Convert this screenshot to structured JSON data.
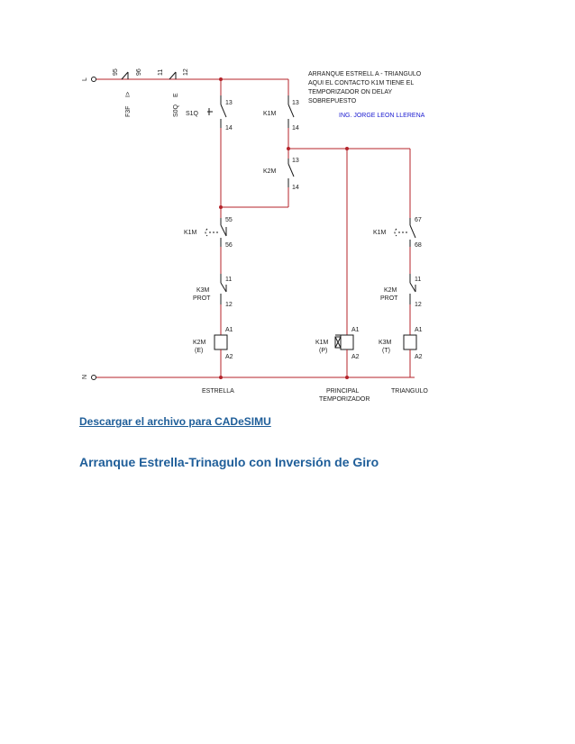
{
  "diagram": {
    "note": [
      "ARRANQUE ESTRELL A - TRIANGULO",
      "AQUI EL CONTACTO K1M TIENE EL",
      "TEMPORIZADOR ON DELAY",
      "SOBREPUESTO"
    ],
    "author": "ING. JORGE LEON LLERENA",
    "supply_top": "L",
    "supply_bottom": "N",
    "f3f": {
      "name": "F3F",
      "tag": "I>",
      "t1": "95",
      "t2": "96"
    },
    "s0q": {
      "name": "S0Q",
      "tag": "E",
      "t1": "11",
      "t2": "12"
    },
    "s1q": {
      "name": "S1Q",
      "t1": "13",
      "t2": "14"
    },
    "k1m_hold": {
      "name": "K1M",
      "t1": "13",
      "t2": "14"
    },
    "k2m_hold": {
      "name": "K2M",
      "t1": "13",
      "t2": "14"
    },
    "k1m_nc": {
      "name": "K1M",
      "t1": "55",
      "t2": "56"
    },
    "k1m_no": {
      "name": "K1M",
      "t1": "67",
      "t2": "68"
    },
    "k3m_prot_left": {
      "name": "K3M",
      "sub": "PROT",
      "t1": "11",
      "t2": "12"
    },
    "k2m_prot_right": {
      "name": "K2M",
      "sub": "PROT",
      "t1": "11",
      "t2": "12"
    },
    "coil_k2m": {
      "name": "K2M",
      "sub": "(E)",
      "a1": "A1",
      "a2": "A2"
    },
    "coil_k1m": {
      "name": "K1M",
      "sub": "(P)",
      "a1": "A1",
      "a2": "A2"
    },
    "coil_k3m": {
      "name": "K3M",
      "sub": "(T)",
      "a1": "A1",
      "a2": "A2"
    },
    "label_estrella": "ESTRELLA",
    "label_principal": "PRINCIPAL",
    "label_temporizador": "TEMPORIZADOR",
    "label_triangulo": "TRIANGULO"
  },
  "download_link": "Descargar el archivo para CADeSIMU",
  "section_heading": "Arranque Estrella-Trinagulo con Inversión de Giro"
}
